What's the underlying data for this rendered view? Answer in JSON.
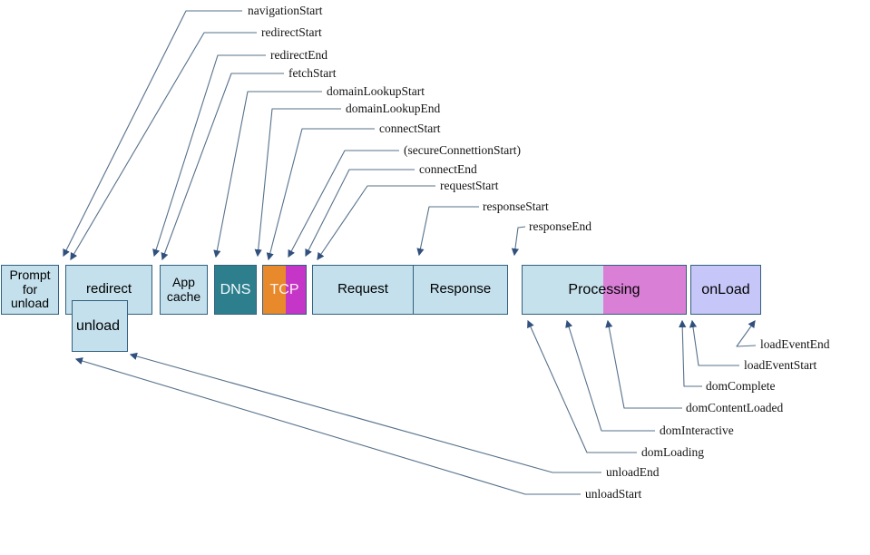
{
  "boxes": {
    "prompt_for_unload": {
      "lines": [
        "Prompt",
        "for",
        "unload"
      ]
    },
    "redirect": {
      "label": "redirect"
    },
    "unload": {
      "label": "unload"
    },
    "app_cache": {
      "lines": [
        "App",
        "cache"
      ]
    },
    "dns": {
      "label": "DNS"
    },
    "tcp": {
      "label": "TCP"
    },
    "request": {
      "label": "Request"
    },
    "response": {
      "label": "Response"
    },
    "processing": {
      "label": "Processing"
    },
    "onload": {
      "label": "onLoad"
    }
  },
  "events": {
    "top": [
      {
        "label": "navigationStart"
      },
      {
        "label": "redirectStart"
      },
      {
        "label": "redirectEnd"
      },
      {
        "label": "fetchStart"
      },
      {
        "label": "domainLookupStart"
      },
      {
        "label": "domainLookupEnd"
      },
      {
        "label": "connectStart"
      },
      {
        "label": "(secureConnettionStart)"
      },
      {
        "label": "connectEnd"
      },
      {
        "label": "requestStart"
      },
      {
        "label": "responseStart"
      },
      {
        "label": "responseEnd"
      }
    ],
    "bottom": [
      {
        "label": "loadEventEnd"
      },
      {
        "label": "loadEventStart"
      },
      {
        "label": "domComplete"
      },
      {
        "label": "domContentLoaded"
      },
      {
        "label": "domInteractive"
      },
      {
        "label": "domLoading"
      },
      {
        "label": "unloadEnd"
      },
      {
        "label": "unloadStart"
      }
    ]
  },
  "colors": {
    "box_fill_light_blue": "#c3e0ec",
    "box_border": "#33607e",
    "dns_teal": "#2e7f8e",
    "tcp_orange": "#e8892c",
    "tcp_magenta": "#c535c7",
    "processing_orchid": "#d980d6",
    "onload_lavender": "#c6c7f8",
    "connector_line": "#56718a",
    "arrowhead": "#31507d",
    "box_text": "#000000",
    "event_text": "#141414"
  }
}
